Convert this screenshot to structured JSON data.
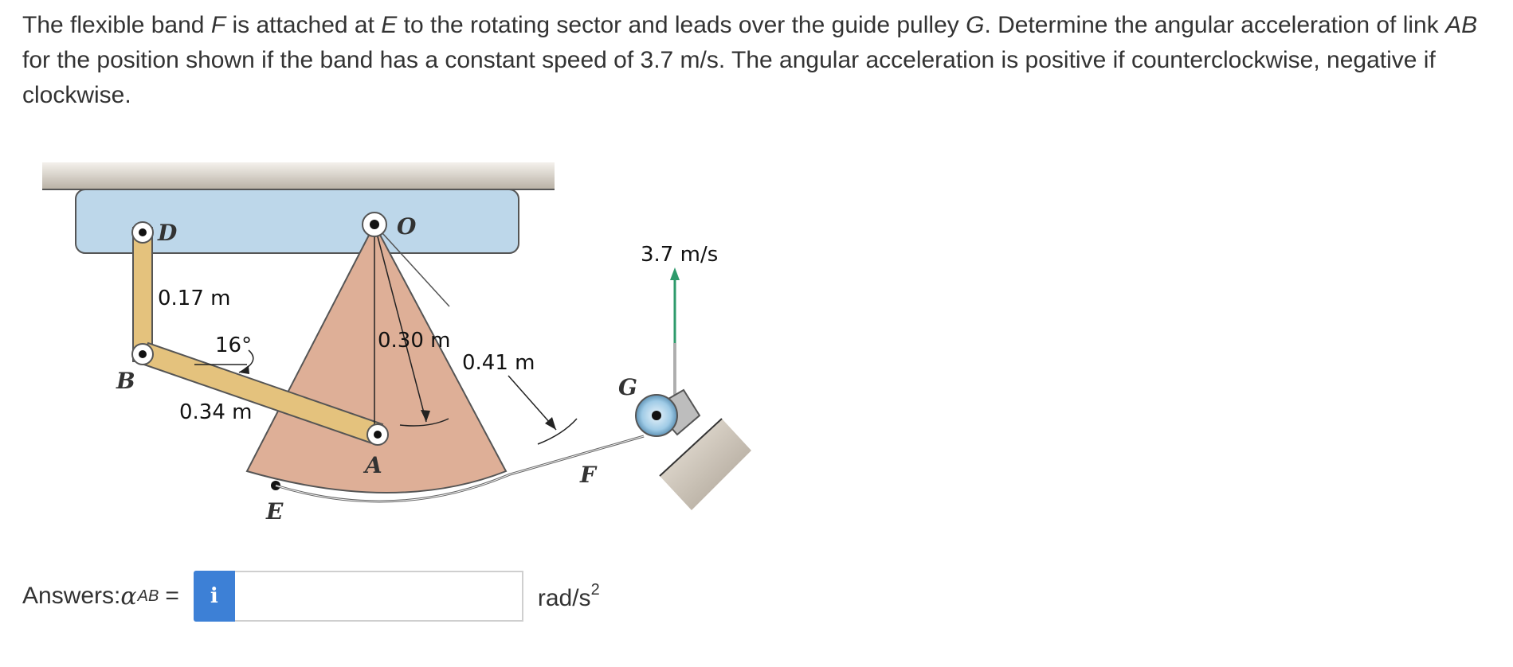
{
  "problem": {
    "s1": "The flexible band ",
    "F": "F",
    "s2": " is attached at ",
    "E": "E",
    "s3": " to the rotating sector and leads over the guide pulley ",
    "G": "G",
    "s4": ". Determine the angular acceleration of link ",
    "AB": "AB",
    "s5": " for the position shown if the band has a constant speed of 3.7 m/s. The angular acceleration is positive if counterclockwise, negative if clockwise."
  },
  "figure": {
    "labels": {
      "D": "D",
      "O": "O",
      "B": "B",
      "A": "A",
      "E": "E",
      "F": "F",
      "G": "G"
    },
    "dims": {
      "dd": "0.17 m",
      "angle": "16°",
      "ab": "0.34 m",
      "oa": "0.30 m",
      "radius": "0.41 m",
      "speed": "3.7 m/s"
    }
  },
  "answer": {
    "prefix": "Answers: ",
    "alpha": "α",
    "sub": "AB",
    "eq": "=",
    "info": "i",
    "input_value": "",
    "unit": "rad/s",
    "unit_exp": "2"
  }
}
